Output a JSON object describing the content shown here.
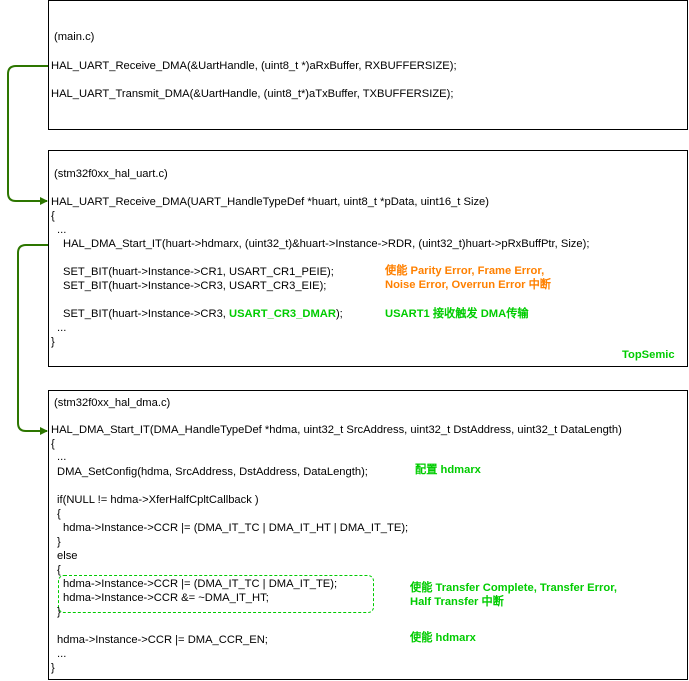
{
  "colors": {
    "orange": "#FF8000",
    "green": "#00CC00",
    "arrow": "#2D7600"
  },
  "main_box": {
    "title": "(main.c)",
    "line1": "HAL_UART_Receive_DMA(&UartHandle, (uint8_t *)aRxBuffer, RXBUFFERSIZE);",
    "line2": "HAL_UART_Transmit_DMA(&UartHandle, (uint8_t*)aTxBuffer, TXBUFFERSIZE);"
  },
  "uart_box": {
    "title": "(stm32f0xx_hal_uart.c)",
    "signature": "HAL_UART_Receive_DMA(UART_HandleTypeDef *huart, uint8_t *pData, uint16_t Size)",
    "open_brace": "{",
    "ellipsis1": "...",
    "dma_call": "HAL_DMA_Start_IT(huart->hdmarx, (uint32_t)&huart->Instance->RDR, (uint32_t)huart->pRxBuffPtr, Size);",
    "setbit1": "SET_BIT(huart->Instance->CR1, USART_CR1_PEIE);",
    "setbit2": "SET_BIT(huart->Instance->CR3, USART_CR3_EIE);",
    "setbit3_prefix": "SET_BIT(huart->Instance->CR3, ",
    "setbit3_highlight": "USART_CR3_DMAR",
    "setbit3_suffix": ");",
    "ellipsis2": "...",
    "close_brace": "}",
    "note_errors_line1": "使能 Parity Error, Frame Error,",
    "note_errors_line2": "Noise Error, Overrun Error 中断",
    "note_dmar": "USART1 接收触发 DMA传输",
    "watermark": "TopSemic"
  },
  "dma_box": {
    "title": "(stm32f0xx_hal_dma.c)",
    "signature": "HAL_DMA_Start_IT(DMA_HandleTypeDef *hdma, uint32_t SrcAddress, uint32_t DstAddress, uint32_t DataLength)",
    "open_brace": "{",
    "ellipsis1": "...",
    "setconfig": "DMA_SetConfig(hdma, SrcAddress, DstAddress, DataLength);",
    "note_config": "配置 hdmarx",
    "if_line": "if(NULL != hdma->XferHalfCpltCallback )",
    "if_open": "{",
    "if_body": "hdma->Instance->CCR |= (DMA_IT_TC | DMA_IT_HT | DMA_IT_TE);",
    "if_close": "}",
    "else_line": "else",
    "else_open": "{",
    "else_body1": "hdma->Instance->CCR |= (DMA_IT_TC | DMA_IT_TE);",
    "else_body2": "hdma->Instance->CCR &= ~DMA_IT_HT;",
    "else_close": "}",
    "note_tc_line1": "使能 Transfer Complete, Transfer Error,",
    "note_tc_line2": "Half Transfer 中断",
    "enable_line": "hdma->Instance->CCR |= DMA_CCR_EN;",
    "note_enable": "使能 hdmarx",
    "ellipsis2": "...",
    "close_brace": "}"
  }
}
